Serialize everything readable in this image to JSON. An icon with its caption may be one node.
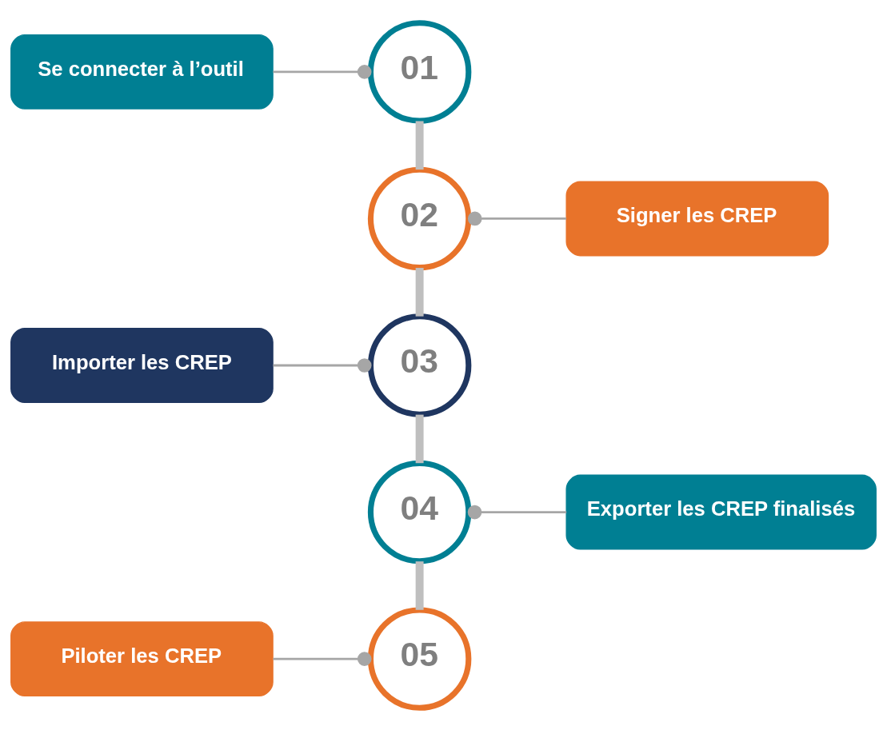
{
  "diagram": {
    "nodes": [
      {
        "text": [
          "Se connecter à l’outil"
        ]
      },
      {
        "text": [
          "01"
        ]
      },
      {
        "text": [
          "02"
        ]
      },
      {
        "text": [
          "Signer les CREP"
        ]
      },
      {
        "text": [
          "Importer les CREP"
        ]
      },
      {
        "text": [
          "03"
        ]
      },
      {
        "text": [
          "04"
        ]
      },
      {
        "text": [
          "Exporter les CREP finalisés"
        ]
      },
      {
        "text": [
          "Piloter les CREP"
        ]
      },
      {
        "text": [
          "05"
        ]
      }
    ],
    "edges": [
      {
        "from": 0,
        "to": 1,
        "arrow": "other"
      },
      {
        "from": 3,
        "to": 2,
        "arrow": "other"
      },
      {
        "from": 4,
        "to": 5,
        "arrow": "other"
      },
      {
        "from": 7,
        "to": 6,
        "arrow": "other"
      },
      {
        "from": 8,
        "to": 9,
        "arrow": "other"
      },
      {
        "from": 1,
        "to": 2,
        "arrow": "none",
        "style": "thick",
        "color": "#bfbfbf"
      },
      {
        "from": 2,
        "to": 5,
        "arrow": "none",
        "style": "thick",
        "color": "#bfbfbf"
      },
      {
        "from": 5,
        "to": 6,
        "arrow": "none",
        "style": "thick",
        "color": "#bfbfbf"
      },
      {
        "from": 6,
        "to": 9,
        "arrow": "none",
        "style": "thick",
        "color": "#bfbfbf"
      }
    ]
  }
}
